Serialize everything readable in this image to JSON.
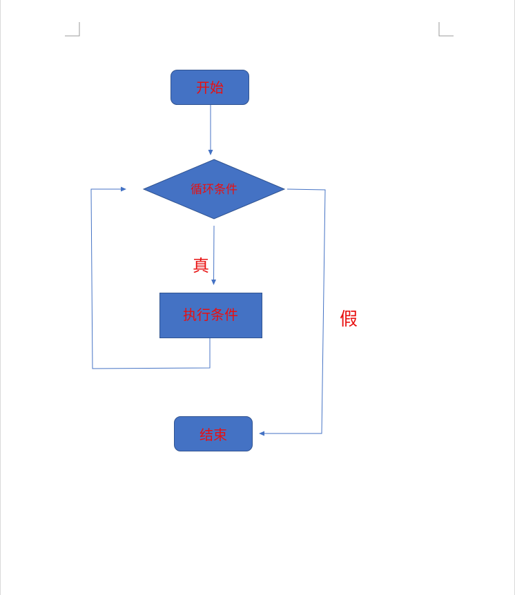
{
  "flowchart": {
    "colors": {
      "node_fill": "#4472c4",
      "node_stroke": "#2f528f",
      "text": "#e81010",
      "connector": "#4472c4"
    },
    "nodes": {
      "start": {
        "label": "开始",
        "shape": "rounded-rectangle"
      },
      "loop_condition": {
        "label": "循环条件",
        "shape": "diamond"
      },
      "execute": {
        "label": "执行条件",
        "shape": "rectangle"
      },
      "end": {
        "label": "结束",
        "shape": "rounded-rectangle"
      }
    },
    "edges": {
      "start_to_condition": {
        "from": "start",
        "to": "loop_condition"
      },
      "condition_true": {
        "from": "loop_condition",
        "to": "execute",
        "label": "真"
      },
      "execute_loop_back": {
        "from": "execute",
        "to": "loop_condition"
      },
      "condition_false": {
        "from": "loop_condition",
        "to": "end",
        "label": "假"
      }
    }
  }
}
